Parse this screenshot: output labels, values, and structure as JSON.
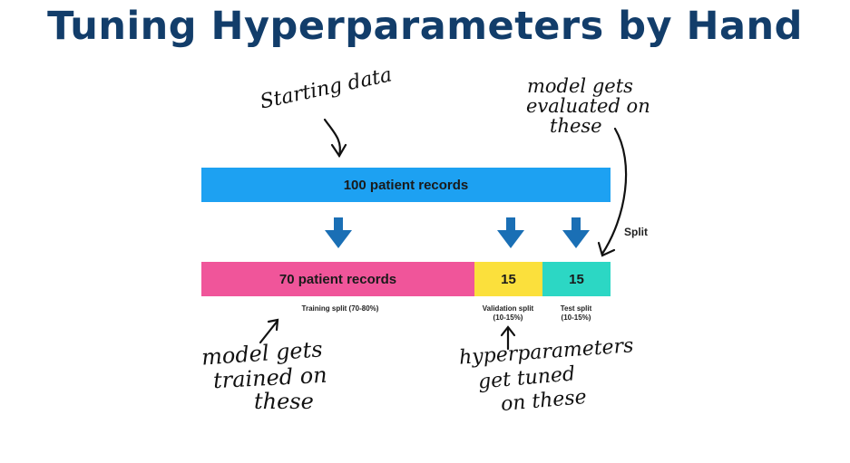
{
  "title": "Tuning Hyperparameters by Hand",
  "bars": {
    "starting": "100 patient records",
    "training": "70 patient records",
    "validation": "15",
    "test": "15"
  },
  "labels": {
    "training_split": "Training split (70-80%)",
    "validation_split_line1": "Validation split",
    "validation_split_line2": "(10-15%)",
    "test_split_line1": "Test split",
    "test_split_line2": "(10-15%)",
    "split": "Split"
  },
  "annotations": {
    "starting_data": "Starting data",
    "evaluated_1": "model gets",
    "evaluated_2": "evaluated on",
    "evaluated_3": "these",
    "trained_1": "model gets",
    "trained_2": "trained on",
    "trained_3": "these",
    "tuned_1": "hyperparameters",
    "tuned_2": "get tuned",
    "tuned_3": "on these"
  },
  "colors": {
    "title": "#123d6a",
    "starting": "#1da1f2",
    "training": "#f0559a",
    "validation": "#fbe03c",
    "test": "#2cd7c4",
    "arrow": "#1a6fb5"
  }
}
